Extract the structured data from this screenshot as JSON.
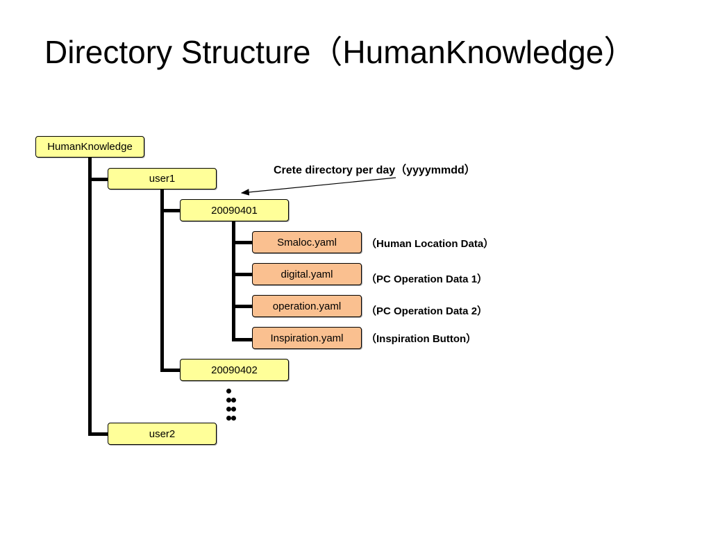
{
  "title": "Directory Structure（HumanKnowledge）",
  "tree": {
    "root": "HumanKnowledge",
    "user1": "user1",
    "day1": "20090401",
    "day2": "20090402",
    "user2": "user2",
    "files": [
      "Smaloc.yaml",
      "digital.yaml",
      "operation.yaml",
      "Inspiration.yaml"
    ]
  },
  "notes": {
    "per_day": "Crete directory per day（yyyymmdd）",
    "files": [
      "（Human Location Data）",
      "（PC Operation Data 1）",
      "（PC Operation Data 2）",
      "（Inspiration Button）"
    ]
  },
  "colors": {
    "directory": "#ffff99",
    "file": "#fac090",
    "line": "#000000"
  }
}
